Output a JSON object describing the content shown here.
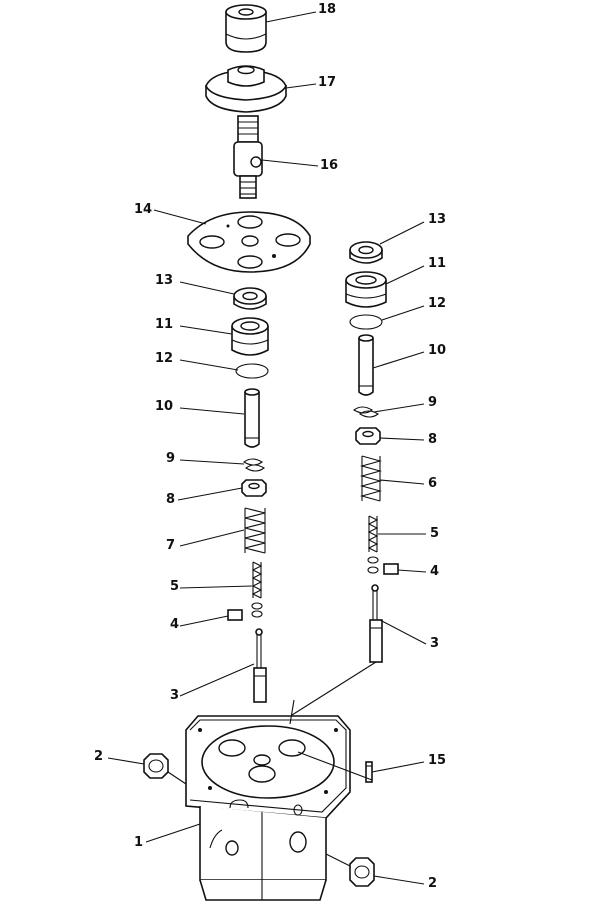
{
  "callouts": {
    "p18": "18",
    "p17": "17",
    "p16": "16",
    "p14": "14",
    "p13a": "13",
    "p11a": "11",
    "p12a": "12",
    "p10a": "10",
    "p9a": "9",
    "p8a": "8",
    "p7": "7",
    "p5a": "5",
    "p4a": "4",
    "p3a": "3",
    "p13b": "13",
    "p11b": "11",
    "p12b": "12",
    "p10b": "10",
    "p9b": "9",
    "p8b": "8",
    "p6": "6",
    "p5b": "5",
    "p4b": "4",
    "p3b": "3",
    "p15": "15",
    "p2a": "2",
    "p1": "1",
    "p2b": "2"
  }
}
